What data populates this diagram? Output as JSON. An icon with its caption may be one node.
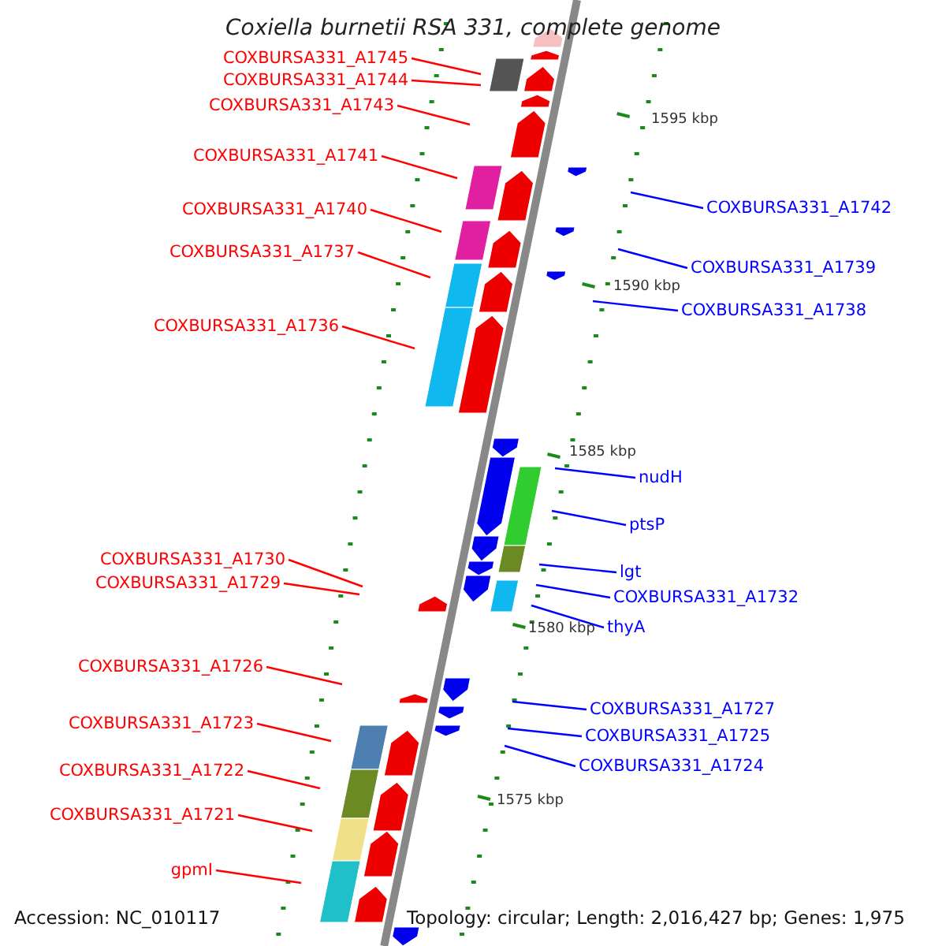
{
  "diagram": {
    "title": "Coxiella burnetii RSA 331, complete genome",
    "nodes": [
      {
        "text": [
          "COXBURSA331_A1745"
        ]
      },
      {
        "text": [
          "COXBURSA331_A1744"
        ]
      },
      {
        "text": [
          "COXBURSA331_A1743"
        ]
      },
      {
        "text": [
          "COXBURSA331_A1741"
        ]
      },
      {
        "text": [
          "COXBURSA331_A1742"
        ]
      },
      {
        "text": [
          "COXBURSA331_A1740"
        ]
      },
      {
        "text": [
          "COXBURSA331_A1737"
        ]
      },
      {
        "text": [
          "COXBURSA331_A1739"
        ]
      },
      {
        "text": [
          "COXBURSA331_A1738"
        ]
      },
      {
        "text": [
          "COXBURSA331_A1736"
        ]
      },
      {
        "text": [
          "nudH"
        ]
      },
      {
        "text": [
          "ptsP"
        ]
      },
      {
        "text": [
          "COXBURSA331_A1730"
        ]
      },
      {
        "text": [
          "lgt"
        ]
      },
      {
        "text": [
          "COXBURSA331_A1729"
        ]
      },
      {
        "text": [
          "COXBURSA331_A1732"
        ]
      },
      {
        "text": [
          "thyA"
        ]
      },
      {
        "text": [
          "COXBURSA331_A1726"
        ]
      },
      {
        "text": [
          "COXBURSA331_A1727"
        ]
      },
      {
        "text": [
          "COXBURSA331_A1723"
        ]
      },
      {
        "text": [
          "COXBURSA331_A1725"
        ]
      },
      {
        "text": [
          "COXBURSA331_A1724"
        ]
      },
      {
        "text": [
          "COXBURSA331_A1722"
        ]
      },
      {
        "text": [
          "COXBURSA331_A1721"
        ]
      },
      {
        "text": [
          "gpmI"
        ]
      }
    ],
    "edges": [
      {
        "from": 0,
        "to": null,
        "arrow": "none"
      },
      {
        "from": 1,
        "to": null,
        "arrow": "none"
      },
      {
        "from": 2,
        "to": null,
        "arrow": "none"
      },
      {
        "from": 3,
        "to": null,
        "arrow": "none"
      },
      {
        "from": 4,
        "to": null,
        "arrow": "none",
        "color": "#0000ff"
      },
      {
        "from": 5,
        "to": null,
        "arrow": "none"
      },
      {
        "from": 6,
        "to": null,
        "arrow": "none"
      },
      {
        "from": 7,
        "to": null,
        "arrow": "none",
        "color": "#0000ff"
      },
      {
        "from": 8,
        "to": null,
        "arrow": "none",
        "color": "#0000ff"
      },
      {
        "from": 9,
        "to": null,
        "arrow": "none"
      },
      {
        "from": 10,
        "to": null,
        "arrow": "none",
        "color": "#0000ff"
      },
      {
        "from": 11,
        "to": null,
        "arrow": "none",
        "color": "#0000ff"
      },
      {
        "from": 12,
        "to": null,
        "arrow": "none"
      },
      {
        "from": 13,
        "to": null,
        "arrow": "none",
        "color": "#0000ff"
      },
      {
        "from": 14,
        "to": null,
        "arrow": "none"
      },
      {
        "from": 15,
        "to": null,
        "arrow": "none",
        "color": "#0000ff"
      },
      {
        "from": 16,
        "to": null,
        "arrow": "none",
        "color": "#0000ff"
      },
      {
        "from": 17,
        "to": null,
        "arrow": "none"
      },
      {
        "from": 18,
        "to": null,
        "arrow": "none",
        "color": "#0000ff"
      },
      {
        "from": 19,
        "to": null,
        "arrow": "none"
      },
      {
        "from": 20,
        "to": null,
        "arrow": "none",
        "color": "#0000ff"
      },
      {
        "from": 21,
        "to": null,
        "arrow": "none",
        "color": "#0000ff"
      },
      {
        "from": 22,
        "to": null,
        "arrow": "none"
      },
      {
        "from": 23,
        "to": null,
        "arrow": "none"
      },
      {
        "from": 24,
        "to": null,
        "arrow": "none"
      }
    ],
    "labels": [
      "1595 kbp",
      "1590 kbp",
      "1585 kbp",
      "1580 kbp",
      "1575 kbp",
      "Accession: NC_010117",
      "Topology: circular; Length: 2,016,427 bp; Genes: 1,975"
    ]
  }
}
